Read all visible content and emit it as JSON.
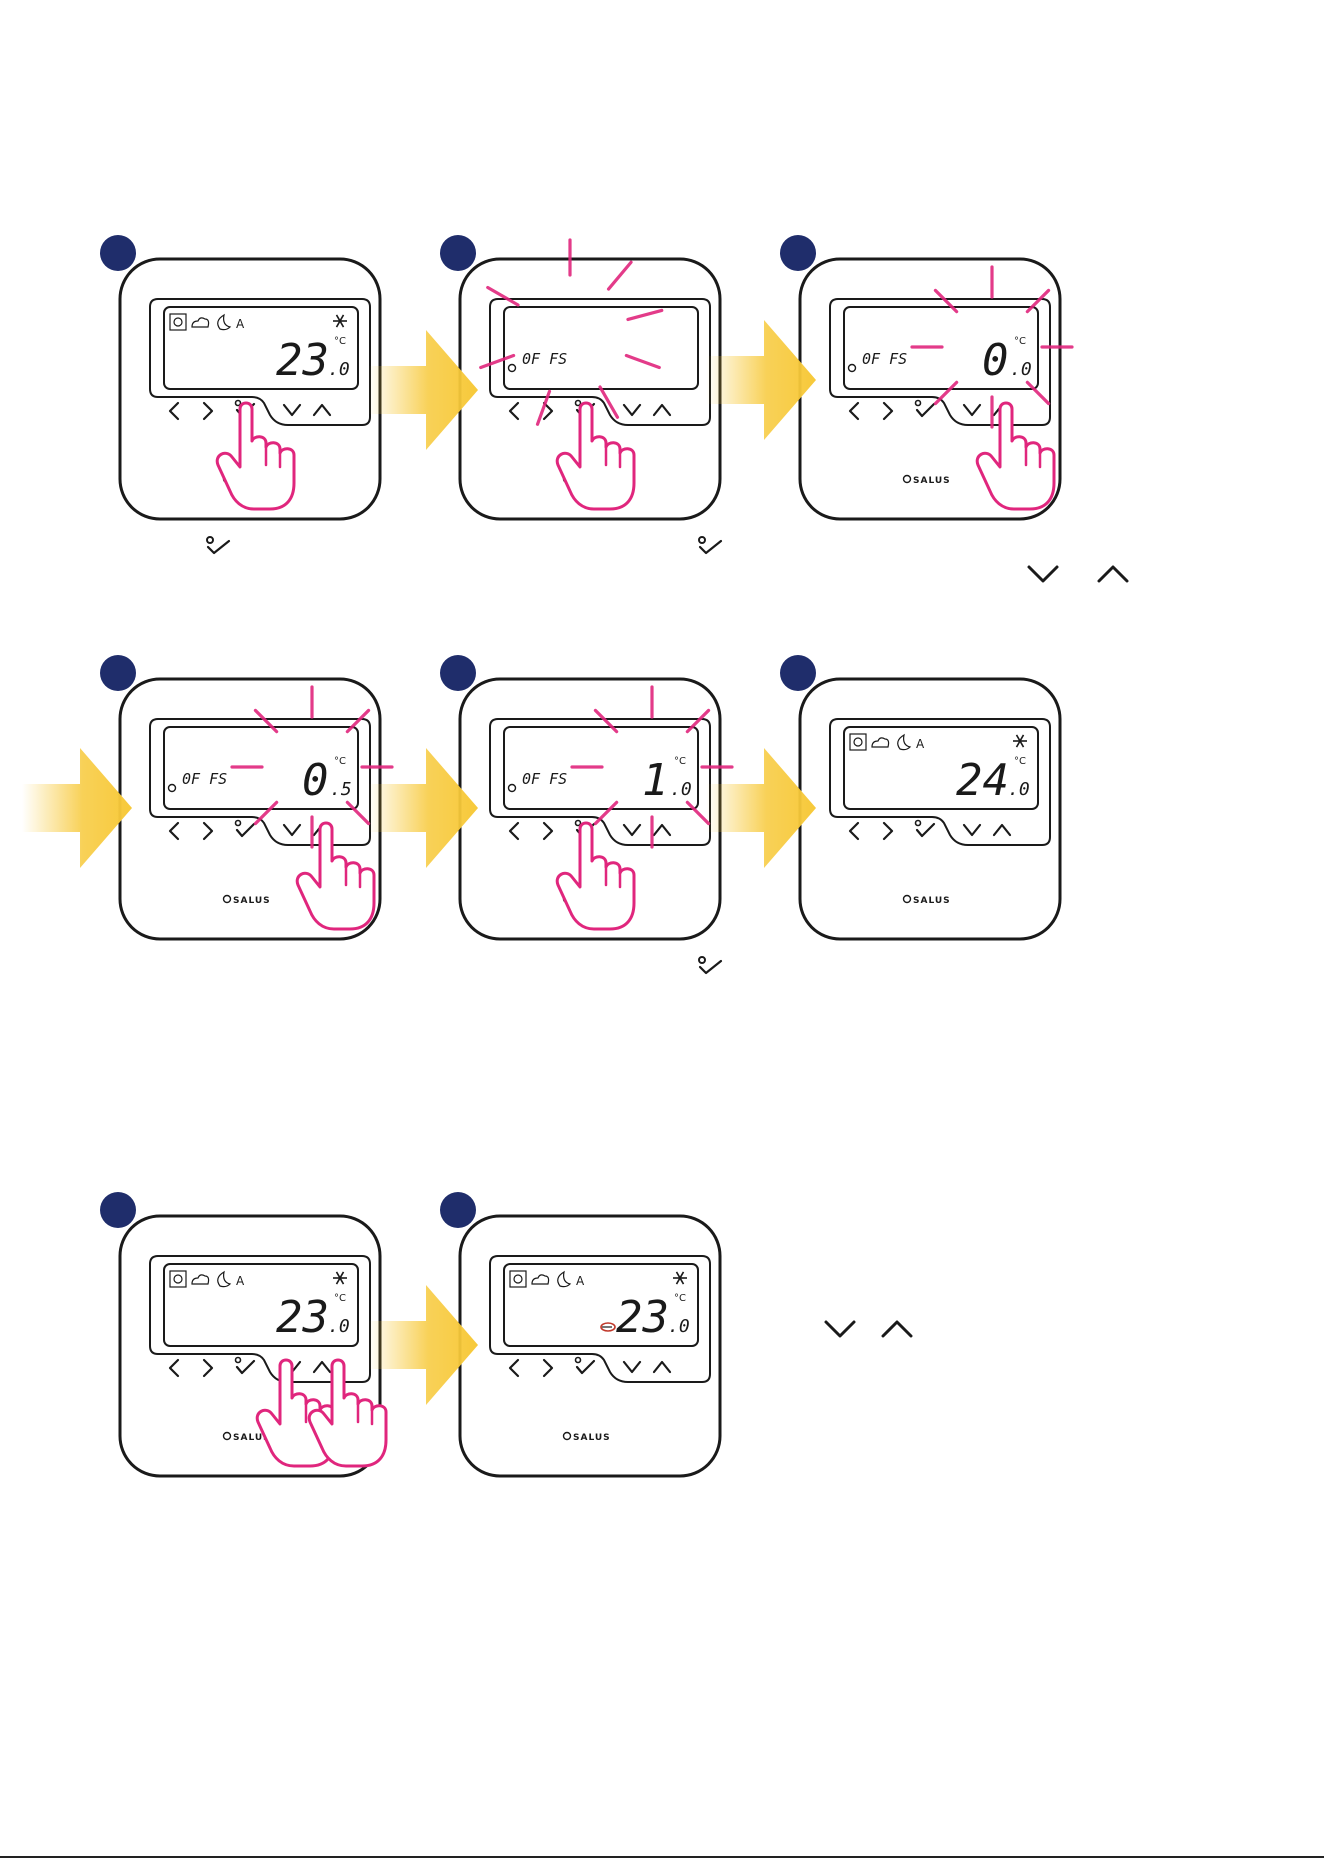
{
  "brand": "SALUS",
  "colors": {
    "badge": "#1f2d6b",
    "blink": "#e0267d",
    "arrow": "#f7c93a",
    "outline": "#1a1a1a"
  },
  "steps": [
    {
      "id": 1,
      "display": "home",
      "temp_int": "23",
      "temp_dec": ".0",
      "finger": "check"
    },
    {
      "id": 2,
      "display": "offset-blink",
      "code": "0F FS",
      "finger": "check"
    },
    {
      "id": 3,
      "display": "offset-value",
      "code": "0F FS",
      "temp_int": "0",
      "temp_dec": ".0",
      "finger": "up"
    },
    {
      "id": 4,
      "display": "offset-value",
      "code": "0F FS",
      "temp_int": "0",
      "temp_dec": ".5",
      "finger": "up"
    },
    {
      "id": 5,
      "display": "offset-value",
      "code": "0F FS",
      "temp_int": "1",
      "temp_dec": ".0",
      "finger": "check"
    },
    {
      "id": 6,
      "display": "home",
      "temp_int": "24",
      "temp_dec": ".0",
      "finger": "none"
    },
    {
      "id": 7,
      "display": "home",
      "temp_int": "23",
      "temp_dec": ".0",
      "finger": "down-up"
    },
    {
      "id": 8,
      "display": "home-locked",
      "temp_int": "23",
      "temp_dec": ".0",
      "finger": "none"
    }
  ],
  "display_labels": {
    "mode_auto": "A",
    "unit": "°C"
  },
  "icons": {
    "check": "check-icon",
    "down": "chevron-down-icon",
    "up": "chevron-up-icon",
    "sun": "sun-icon",
    "cloud": "cloud-icon",
    "moon": "moon-icon",
    "snow": "snowflake-icon",
    "gear": "gear-icon",
    "lock": "lock-icon",
    "hand": "hand-icon"
  }
}
